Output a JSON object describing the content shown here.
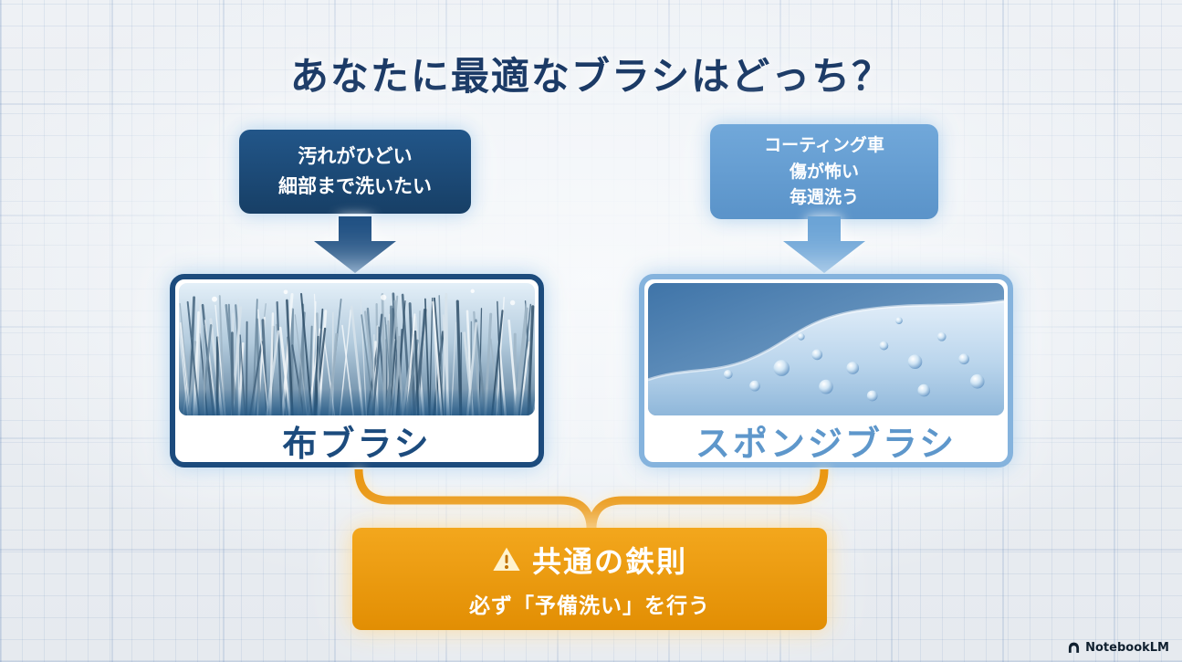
{
  "title": "あなたに最適なブラシはどっち？",
  "left": {
    "callout_lines": [
      "汚れがひどい",
      "細部まで洗いたい"
    ],
    "card_label": "布ブラシ"
  },
  "right": {
    "callout_lines": [
      "コーティング車",
      "傷が怖い",
      "毎週洗う"
    ],
    "card_label": "スポンジブラシ"
  },
  "rule_box": {
    "icon": "warning-triangle",
    "title": "共通の鉄則",
    "subtitle": "必ず「予備洗い」を行う"
  },
  "watermark": "NotebookLM",
  "colors": {
    "title_navy": "#1b3a66",
    "dark_blue": "#1c4b7d",
    "medium_blue": "#6aa3d6",
    "orange": "#ed9a0d",
    "background": "#eaeef2"
  }
}
